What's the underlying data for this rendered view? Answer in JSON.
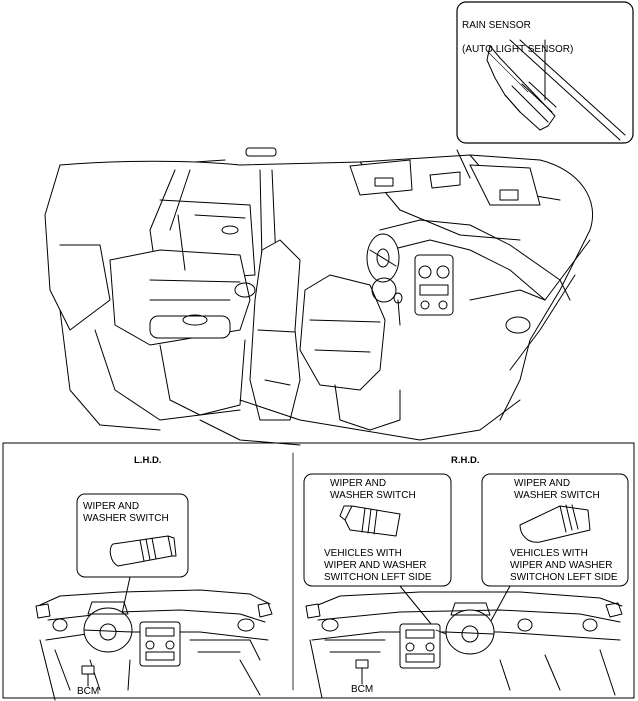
{
  "top_callout": {
    "line1": "RAIN SENSOR",
    "line2": "(AUTO LIGHT SENSOR)"
  },
  "lhd_panel": {
    "heading": "L.H.D.",
    "switch_label": "WIPER AND\nWASHER SWITCH",
    "bcm_label": "BCM"
  },
  "rhd_panel": {
    "heading": "R.H.D.",
    "left_box": {
      "switch_label": "WIPER AND\nWASHER SWITCH",
      "note": "VEHICLES WITH\nWIPER AND WASHER\nSWITCHON LEFT SIDE"
    },
    "right_box": {
      "switch_label": "WIPER AND\nWASHER SWITCH",
      "note": "VEHICLES WITH\nWIPER AND WASHER\nSWITCHON LEFT SIDE"
    },
    "bcm_label": "BCM"
  }
}
